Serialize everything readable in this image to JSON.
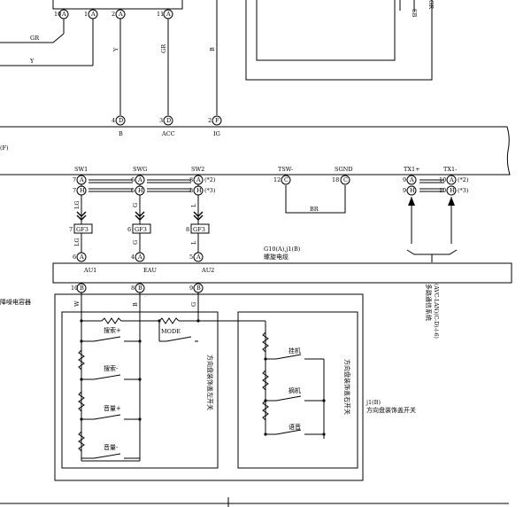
{
  "connectors": {
    "top_pins": [
      {
        "pin": "10",
        "pos": "A"
      },
      {
        "pin": "1",
        "pos": "A"
      },
      {
        "pin": "2",
        "pos": "A"
      },
      {
        "pin": "11",
        "pos": "A"
      }
    ],
    "bus_pins": [
      {
        "pin": "4",
        "pos": "D"
      },
      {
        "pin": "3",
        "pos": "D"
      },
      {
        "pin": "2",
        "pos": "F"
      }
    ],
    "bus_pin_labels": [
      "B",
      "ACC",
      "IG"
    ],
    "bus_left_label": "(F)"
  },
  "wire_colors": {
    "gr_left": "GR",
    "y_left": "Y",
    "y_vert": "Y",
    "gr_vert": "GR",
    "b_vert": "B",
    "br": "BR",
    "lg": "LG",
    "g": "G",
    "l": "L",
    "w": "W",
    "b2": "B",
    "g2": "G"
  },
  "top_right_labels": [
    "SB",
    "GR"
  ],
  "signals": {
    "sw1": "SW1",
    "swg": "SWG",
    "sw2": "SW2",
    "tsw": "TSW-",
    "sgnd": "SGND",
    "tx1p": "TX1+",
    "tx1m": "TX1-"
  },
  "signal_pins": {
    "sw1": [
      {
        "pin": "7",
        "pos": "A"
      },
      {
        "pin": "7",
        "pos": "H"
      }
    ],
    "swg": [
      {
        "pin": "6",
        "pos": "A"
      },
      {
        "pin": "6",
        "pos": "H"
      }
    ],
    "sw2": [
      {
        "pin": "8",
        "pos": "A"
      },
      {
        "pin": "8",
        "pos": "H"
      }
    ],
    "tsw": {
      "pin": "12",
      "pos": "C"
    },
    "sgnd": {
      "pin": "18",
      "pos": "C"
    },
    "tx1p": [
      {
        "pin": "9",
        "pos": "A"
      },
      {
        "pin": "9",
        "pos": "H"
      }
    ],
    "tx1m": [
      {
        "pin": "10",
        "pos": "A"
      },
      {
        "pin": "10",
        "pos": "H"
      }
    ]
  },
  "variant_notes": {
    "a": "(*2)",
    "b": "(*3)"
  },
  "gf3": {
    "label": "GF3",
    "pins": [
      "7",
      "6",
      "8"
    ]
  },
  "spiral": {
    "ref": "G10(A),j1(B)",
    "name": "螺旋电缆",
    "top_pins": [
      {
        "pin": "6",
        "pos": "A"
      },
      {
        "pin": "4",
        "pos": "A"
      },
      {
        "pin": "5",
        "pos": "A"
      }
    ],
    "inner_labels": [
      "AU1",
      "EAU",
      "AU2"
    ],
    "bottom_pins": [
      {
        "pin": "10",
        "pos": "B"
      },
      {
        "pin": "8",
        "pos": "B"
      },
      {
        "pin": "9",
        "pos": "B"
      }
    ]
  },
  "comm_label": [
    "多路通信系统",
    "(AVC-LAN)(C-D)-(-6)"
  ],
  "left_cut_label": "降噪电容器",
  "left_switch": {
    "title": "方向盘装饰盖左开关",
    "buttons": [
      "搜索+",
      "MODE",
      "搜索-",
      "音量+",
      "音量-"
    ]
  },
  "right_switch": {
    "title": "方向盘装饰盖右开关",
    "buttons": [
      "挂机",
      "摘机",
      "语音"
    ]
  },
  "assembly": {
    "ref": "j1(B)",
    "name": "方向盘装饰盖开关"
  }
}
